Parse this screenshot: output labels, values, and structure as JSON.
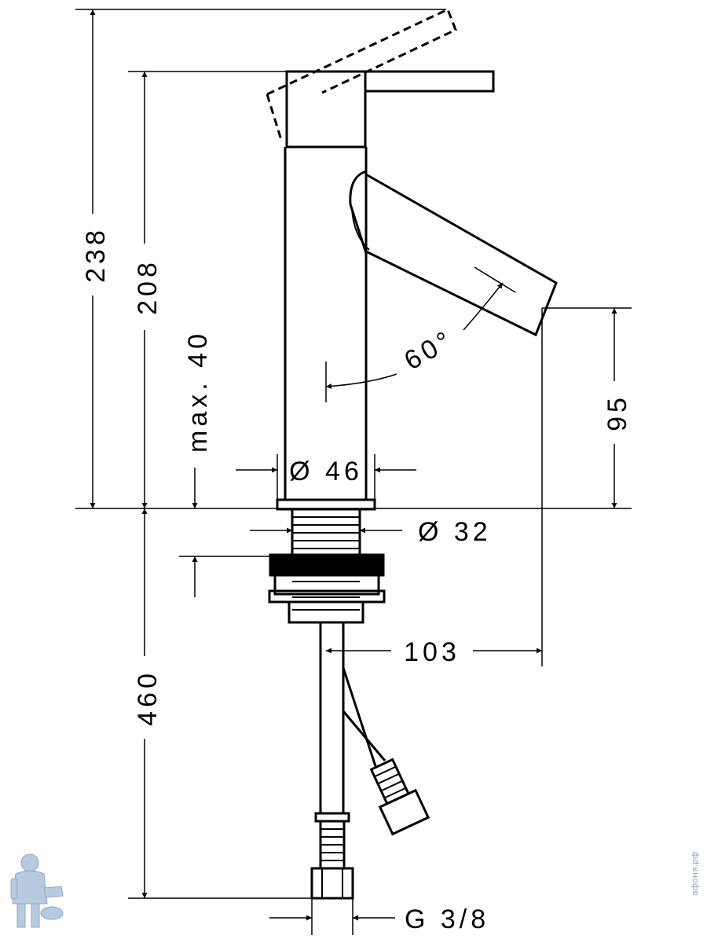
{
  "dimensions": {
    "total_height": "238",
    "spout_height": "208",
    "max_thickness": "max. 40",
    "swivel_angle": "60°",
    "body_diameter": "Ø 46",
    "shank_diameter": "Ø 32",
    "outlet_height": "95",
    "projection": "103",
    "hose_length": "460",
    "connection": "G 3/8"
  },
  "watermark": {
    "side_text": "афоня.рф"
  },
  "colors": {
    "line": "#000000",
    "watermark": "#8da7bf"
  }
}
